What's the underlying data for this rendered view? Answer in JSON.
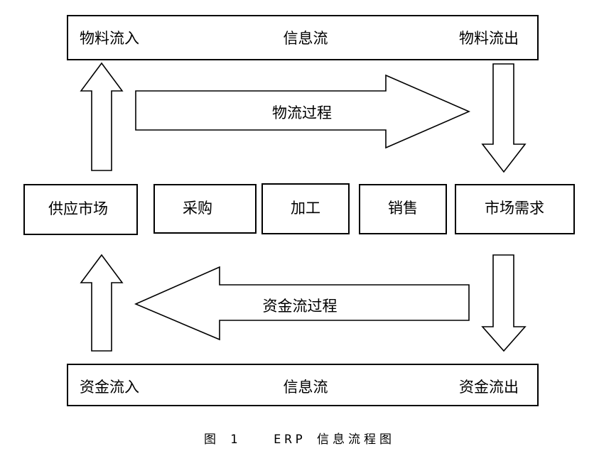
{
  "top_bar": {
    "left": "物料流入",
    "center": "信息流",
    "right": "物料流出"
  },
  "material_process_label": "物流过程",
  "middle_row": {
    "supply_market": "供应市场",
    "purchasing": "采购",
    "processing": "加工",
    "sales": "销售",
    "market_demand": "市场需求"
  },
  "capital_process_label": "资金流过程",
  "bottom_bar": {
    "left": "资金流入",
    "center": "信息流",
    "right": "资金流出"
  },
  "caption": "图 1   ERP 信息流程图"
}
